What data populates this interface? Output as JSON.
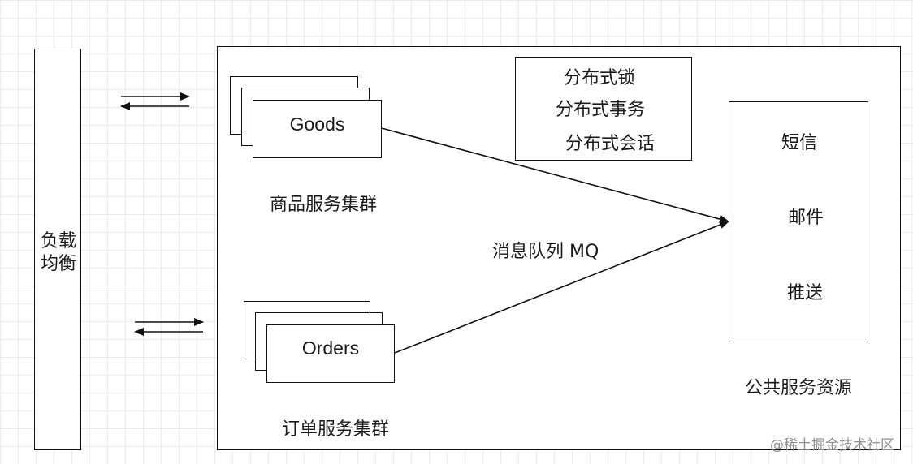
{
  "load_balancer": {
    "line1": "负载",
    "line2": "均衡"
  },
  "goods_cluster": {
    "node_label": "Goods",
    "caption": "商品服务集群"
  },
  "orders_cluster": {
    "node_label": "Orders",
    "caption": "订单服务集群"
  },
  "distributed": {
    "items": [
      "分布式锁",
      "分布式事务",
      "分布式会话"
    ]
  },
  "mq": {
    "label": "消息队列 MQ"
  },
  "public_services": {
    "items": [
      "短信",
      "邮件",
      "推送"
    ],
    "caption": "公共服务资源"
  },
  "watermark": "@稀土掘金技术社区"
}
